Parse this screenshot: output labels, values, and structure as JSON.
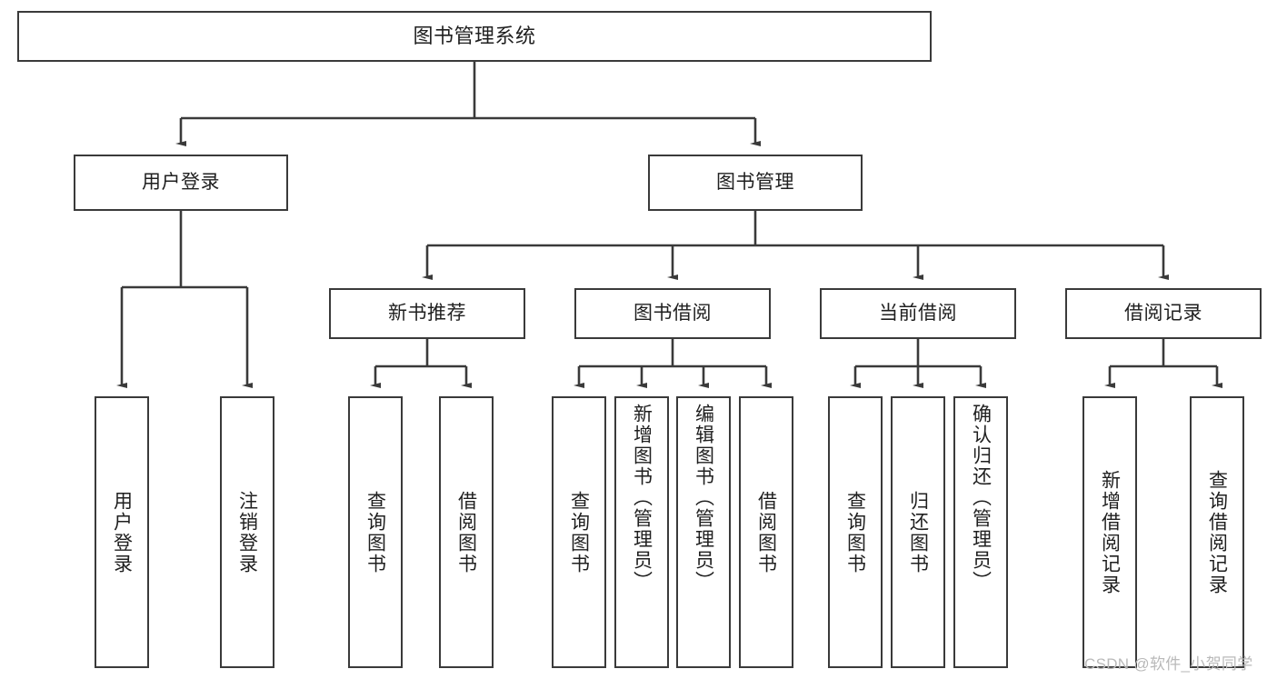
{
  "diagram": {
    "type": "tree",
    "title": "图书管理系统",
    "watermark": "CSDN @软件_小贺同学",
    "colors": {
      "background": "#ffffff",
      "box_border": "#3a3a3a",
      "box_fill": "#ffffff",
      "text": "#1f1f1f",
      "connector": "#3a3a3a",
      "watermark": "#b9b9b9"
    },
    "levels": {
      "root": {
        "label": "图书管理系统"
      },
      "level2": [
        {
          "id": "user-login",
          "label": "用户登录"
        },
        {
          "id": "book-manage",
          "label": "图书管理"
        }
      ],
      "level3": [
        {
          "id": "new-book-recommend",
          "label": "新书推荐",
          "parent": "book-manage"
        },
        {
          "id": "book-borrow",
          "label": "图书借阅",
          "parent": "book-manage"
        },
        {
          "id": "current-borrow",
          "label": "当前借阅",
          "parent": "book-manage"
        },
        {
          "id": "borrow-record",
          "label": "借阅记录",
          "parent": "book-manage"
        }
      ],
      "level4": [
        {
          "id": "leaf-user-login",
          "label": "用户登录",
          "parent": "user-login"
        },
        {
          "id": "leaf-logout",
          "label": "注销登录",
          "parent": "user-login"
        },
        {
          "id": "leaf-query-book-1",
          "label": "查询图书",
          "parent": "new-book-recommend"
        },
        {
          "id": "leaf-borrow-book-1",
          "label": "借阅图书",
          "parent": "new-book-recommend"
        },
        {
          "id": "leaf-query-book-2",
          "label": "查询图书",
          "parent": "book-borrow"
        },
        {
          "id": "leaf-add-book",
          "label": "新增图书（管理员）",
          "parent": "book-borrow"
        },
        {
          "id": "leaf-edit-book",
          "label": "编辑图书（管理员）",
          "parent": "book-borrow"
        },
        {
          "id": "leaf-borrow-book-2",
          "label": "借阅图书",
          "parent": "book-borrow"
        },
        {
          "id": "leaf-query-book-3",
          "label": "查询图书",
          "parent": "current-borrow"
        },
        {
          "id": "leaf-return-book",
          "label": "归还图书",
          "parent": "current-borrow"
        },
        {
          "id": "leaf-confirm-return",
          "label": "确认归还（管理员）",
          "parent": "current-borrow"
        },
        {
          "id": "leaf-add-record",
          "label": "新增借阅记录",
          "parent": "borrow-record"
        },
        {
          "id": "leaf-query-record",
          "label": "查询借阅记录",
          "parent": "borrow-record"
        }
      ]
    }
  }
}
